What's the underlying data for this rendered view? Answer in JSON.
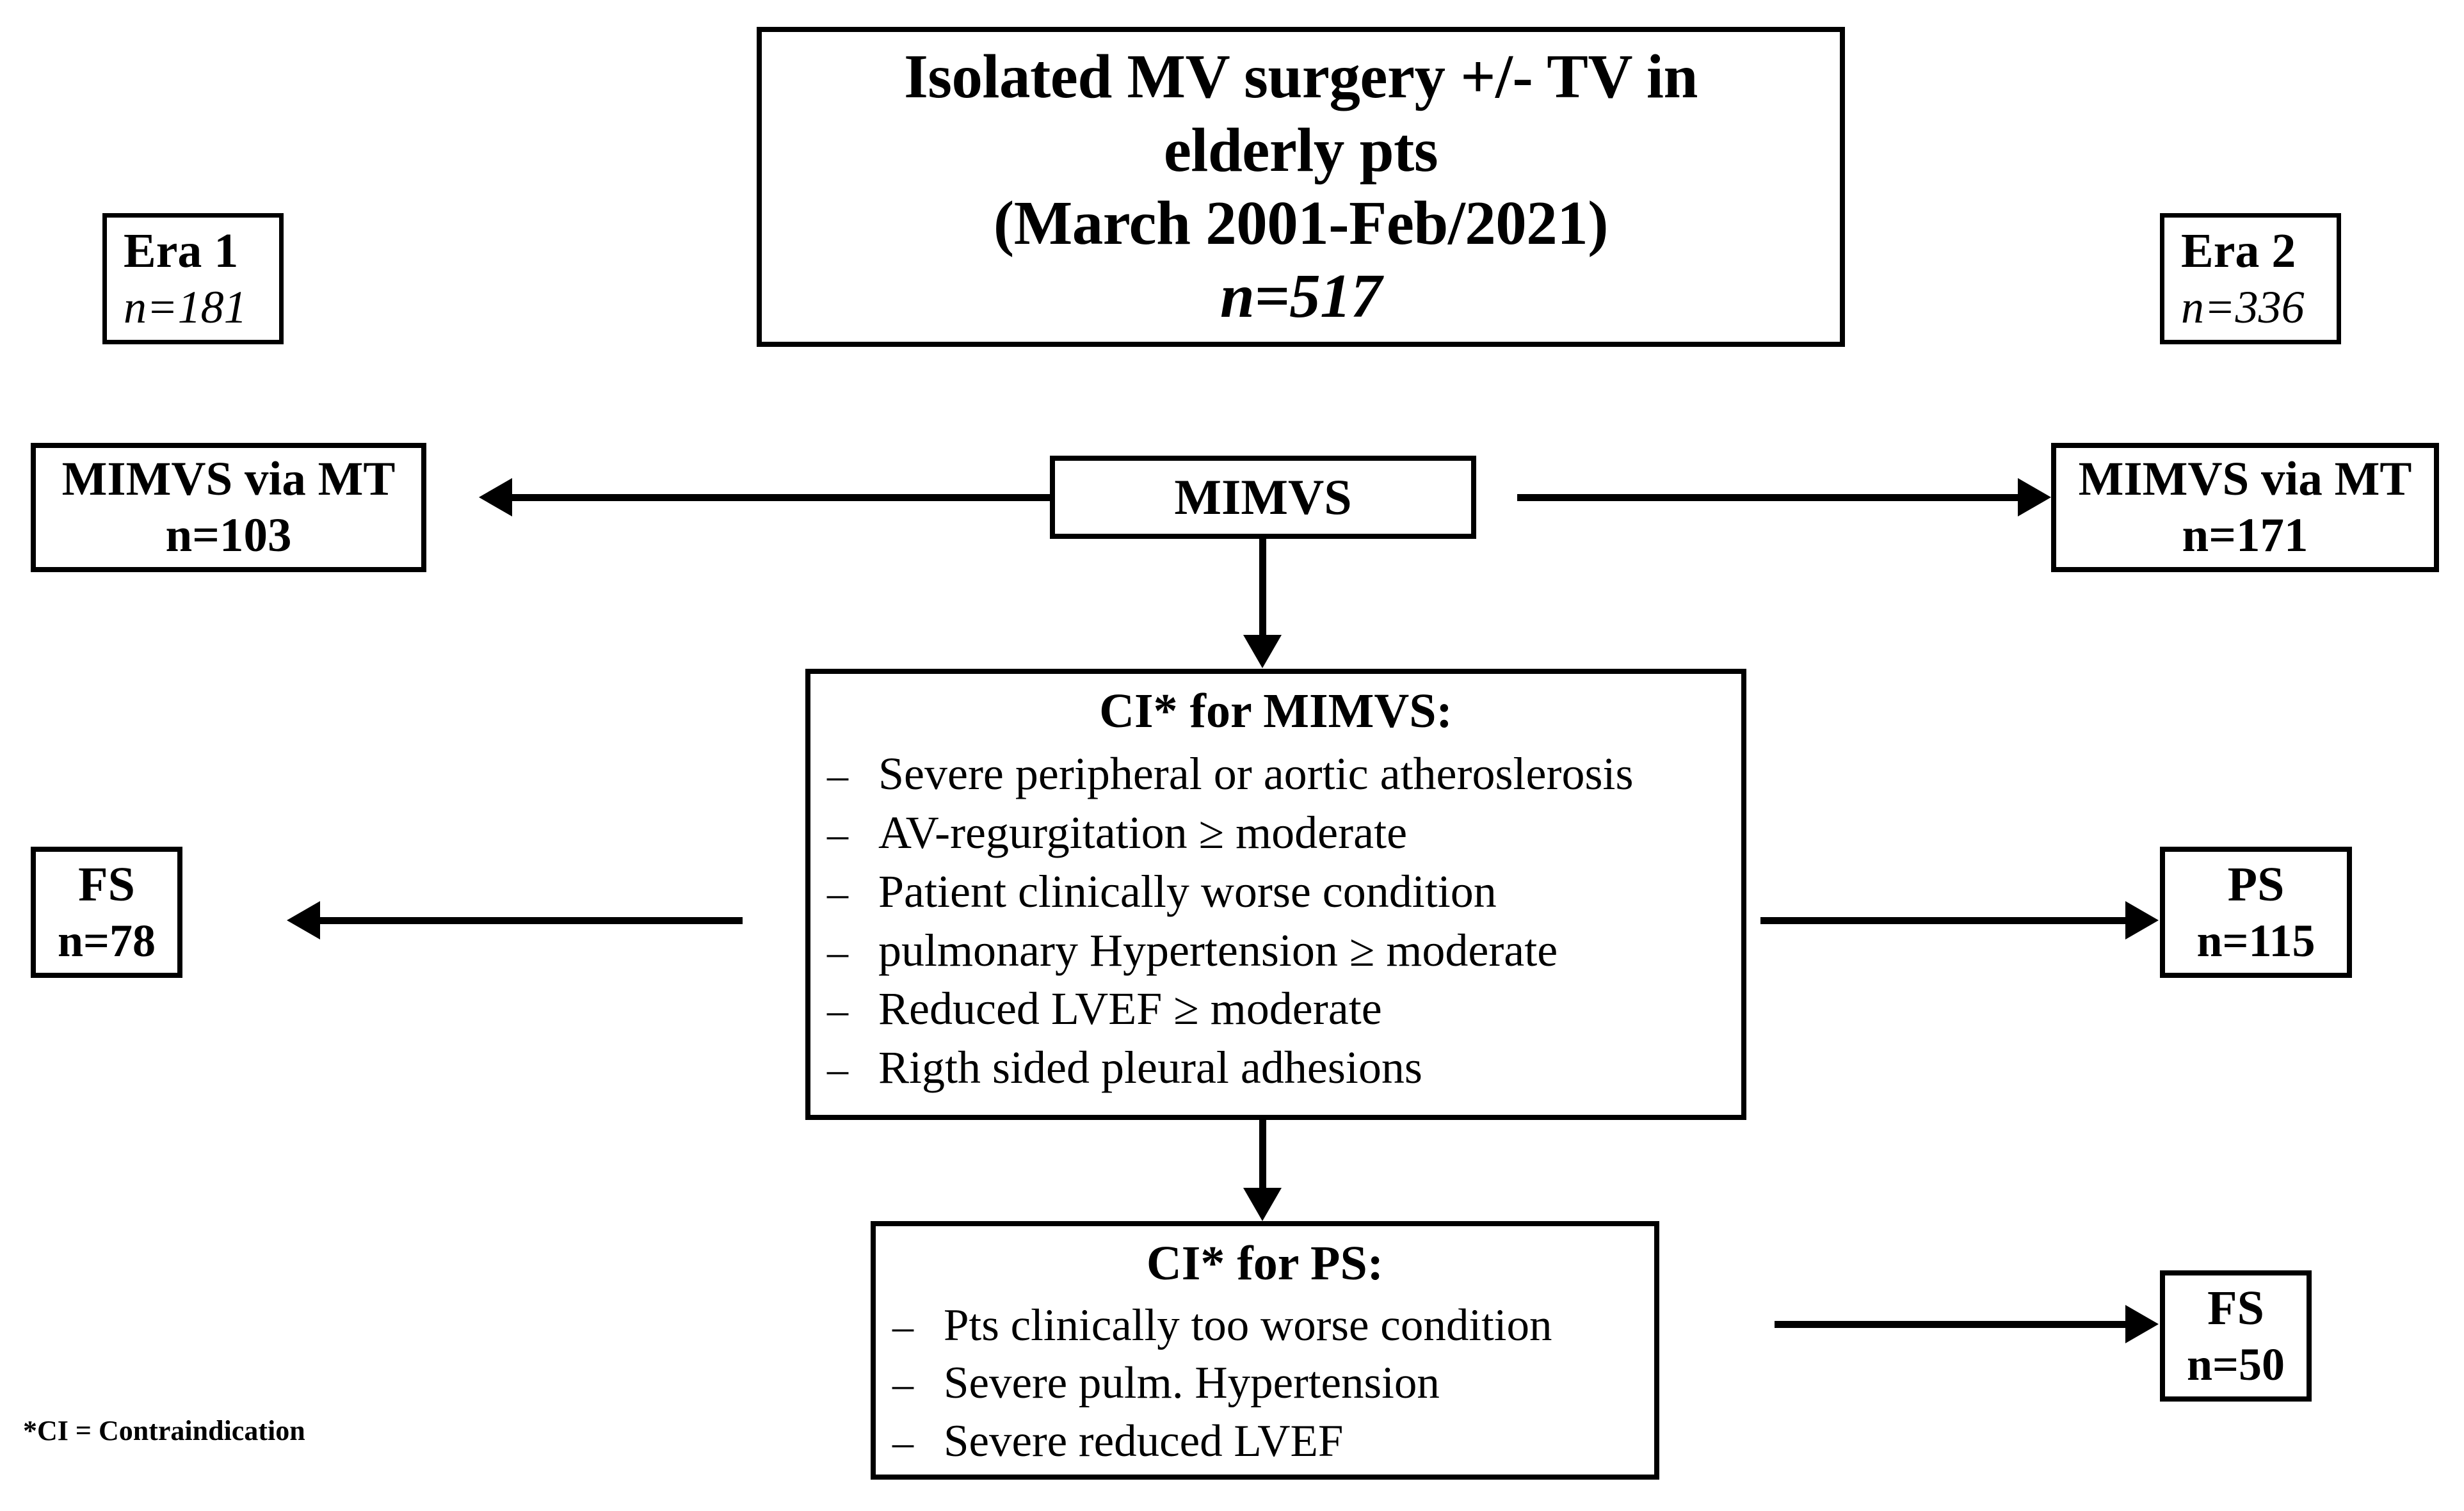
{
  "figure": {
    "title_box": {
      "lines": [
        "Isolated MV surgery +/- TV in",
        "elderly pts",
        "(March 2001-Feb/2021)"
      ],
      "n_label": "n=517"
    },
    "era_left": {
      "label": "Era 1",
      "n": "n=181"
    },
    "era_right": {
      "label": "Era 2",
      "n": "n=336"
    },
    "mt_left": {
      "label": "MIMVS via MT",
      "n": "n=103"
    },
    "mt_right": {
      "label": "MIMVS via MT",
      "n": "n=171"
    },
    "mimvs": {
      "label": "MIMVS"
    },
    "ci_mimvs": {
      "title": "CI* for MIMVS:",
      "dash": "–",
      "items": [
        "Severe peripheral or aortic atheroslerosis",
        "AV-regurgitation ≥ moderate",
        "Patient clinically worse condition",
        "pulmonary Hypertension ≥  moderate",
        "Reduced LVEF ≥  moderate",
        "Rigth sided pleural adhesions"
      ]
    },
    "ci_ps": {
      "title": "CI* for PS:",
      "dash": "–",
      "items": [
        "Pts clinically too worse condition",
        "Severe pulm. Hypertension",
        "Severe reduced LVEF"
      ]
    },
    "fs_left": {
      "label": "FS",
      "n": "n=78"
    },
    "ps_right": {
      "label": "PS",
      "n": "n=115"
    },
    "fs_bottom": {
      "label": "FS",
      "n": "n=50"
    },
    "footnote": "*CI = Contraindication",
    "colors": {
      "stroke": "#000000",
      "background": "#ffffff",
      "text": "#000000"
    }
  }
}
